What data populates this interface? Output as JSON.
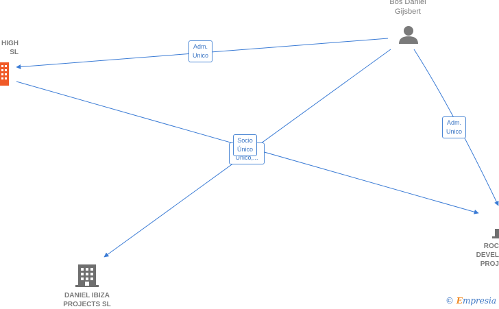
{
  "nodes": {
    "person": {
      "line1": "Bos Daniel",
      "line2": "Gijsbert",
      "icon": "person-icon"
    },
    "company_left": {
      "line1": "HIGH",
      "line2": "SL",
      "icon": "building-icon",
      "color": "#f05a28"
    },
    "company_bottom": {
      "line1": "DANIEL IBIZA",
      "line2": "PROJECTS  SL",
      "icon": "building-icon",
      "color": "#6f6f6f"
    },
    "company_right": {
      "line1": "ROC",
      "line2": "DEVEL",
      "line3": "PROJ",
      "icon": "building-icon",
      "color": "#6f6f6f"
    }
  },
  "edges": {
    "adm_left": {
      "line1": "Adm.",
      "line2": "Unico"
    },
    "adm_right": {
      "line1": "Adm.",
      "line2": "Unico"
    },
    "socio_center": {
      "line1": "Socio",
      "line2": "Único",
      "under": "Único,..."
    }
  },
  "colors": {
    "edge": "#3a7bd5",
    "label_border": "#4a86d4"
  },
  "watermark": {
    "symbol": "©",
    "brand_initial": "E",
    "brand_rest": "mpresia"
  }
}
